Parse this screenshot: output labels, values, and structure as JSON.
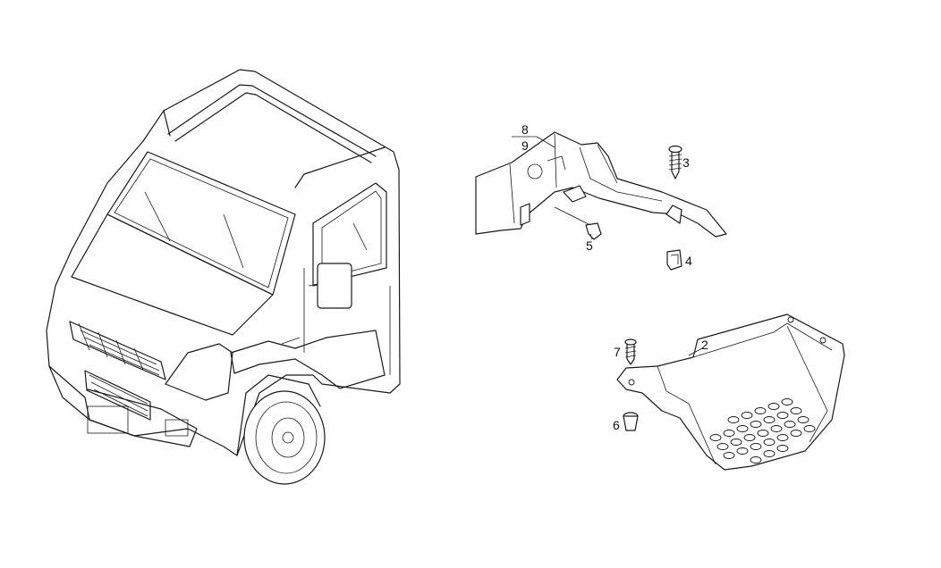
{
  "callouts": [
    {
      "id": "c8",
      "text": "8"
    },
    {
      "id": "c9",
      "text": "9"
    },
    {
      "id": "c3",
      "text": "3"
    },
    {
      "id": "c5",
      "text": "5"
    },
    {
      "id": "c4",
      "text": "4"
    },
    {
      "id": "c2",
      "text": "2"
    },
    {
      "id": "c7",
      "text": "7"
    },
    {
      "id": "c6",
      "text": "6"
    }
  ]
}
